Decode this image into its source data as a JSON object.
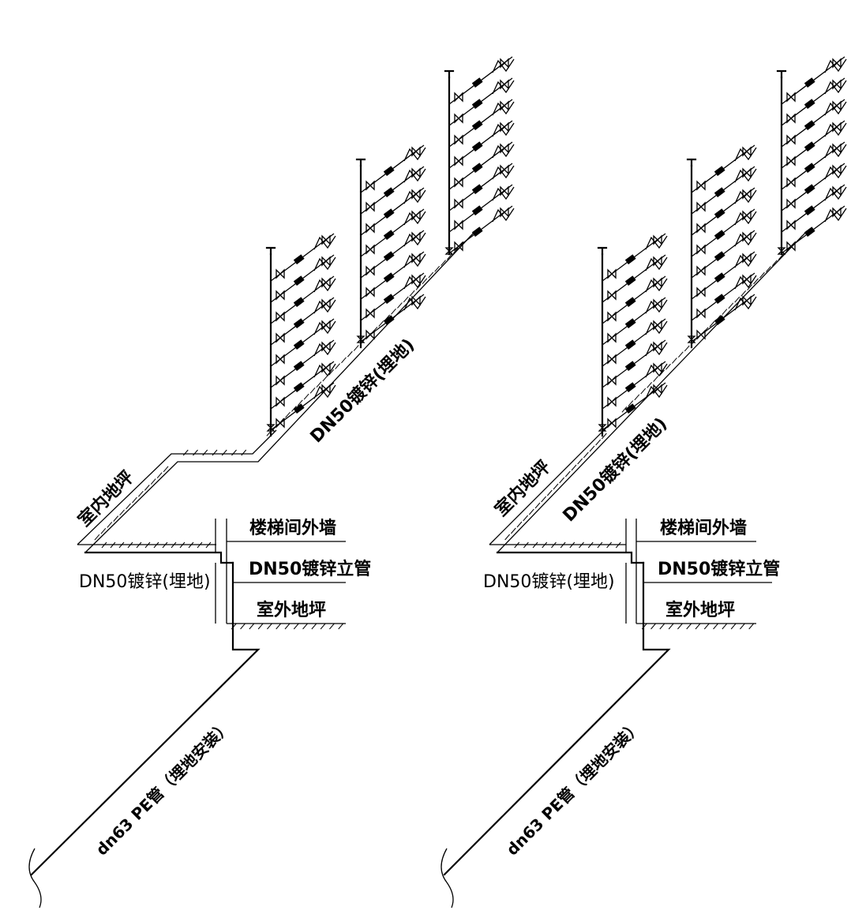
{
  "diagrams": [
    {
      "labels": {
        "indoor_floor": "室内地坪",
        "branch_pipe": "DN50镀锌(埋地)",
        "buried_pipe": "DN50镀锌(埋地)",
        "stair_wall": "楼梯间外墙",
        "riser": "DN50镀锌立管",
        "outdoor_floor": "室外地坪",
        "pe_pipe": "dn63 PE管（埋地安装）"
      }
    },
    {
      "labels": {
        "indoor_floor": "室内地坪",
        "branch_pipe": "DN50镀锌(埋地)",
        "buried_pipe": "DN50镀锌(埋地)",
        "stair_wall": "楼梯间外墙",
        "riser": "DN50镀锌立管",
        "outdoor_floor": "室外地坪",
        "pe_pipe": "dn63 PE管（埋地安装）"
      }
    }
  ],
  "risers_per_diagram": 3,
  "floors_per_riser": 8,
  "colors": {
    "line": "#000000",
    "background": "#ffffff"
  }
}
